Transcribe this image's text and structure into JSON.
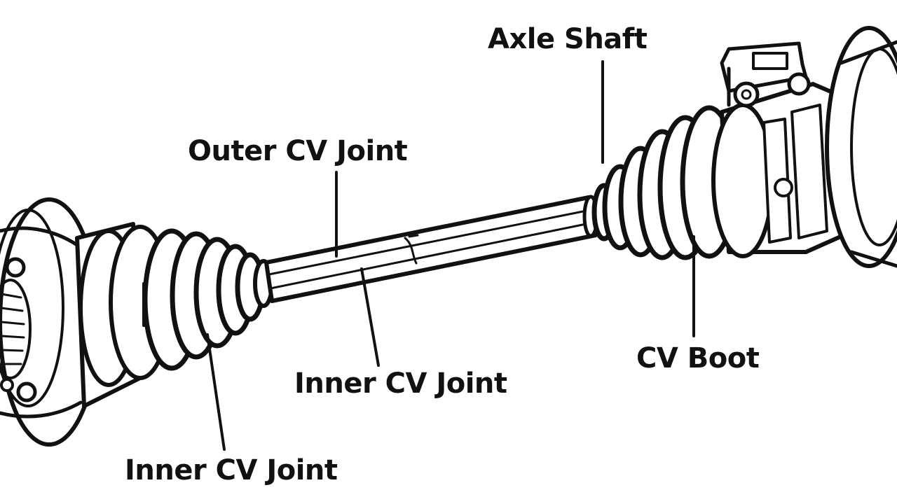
{
  "labels": {
    "axle_shaft": "Axle Shaft",
    "outer_cv_joint": "Outer CV Joint",
    "inner_cv_joint_middle": "Inner CV Joint",
    "inner_cv_joint_lower": "Inner CV Joint",
    "cv_boot": "CV Boot"
  },
  "colors": {
    "ink": "#111111",
    "background": "#ffffff"
  }
}
